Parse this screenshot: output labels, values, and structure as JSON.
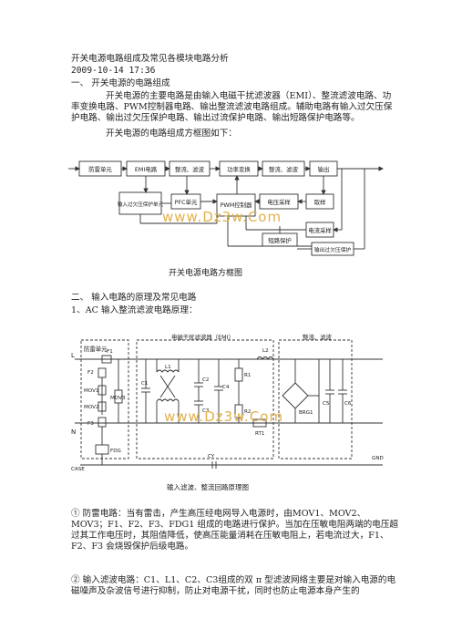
{
  "doc": {
    "title": "开关电源电路组成及常见各模块电路分析",
    "date": "2009-10-14 17:36",
    "sec1_heading": "一、  开关电源的电路组成",
    "sec1_p1": "开关电源的主要电路是由输入电磁干扰滤波器（EMI）、整流滤波电路、功率变换电路、PWM控制器电路、输出整流滤波电路组成。辅助电路有输入过欠压保护电路、输出过欠压保护电路、输出过流保护电路、输出短路保护电路等。",
    "sec1_p2": "开关电源的电路组成方框图如下：",
    "sec2_heading": "二、  输入电路的原理及常见电路",
    "sec2_sub1": "1、AC 输入整流滤波电路原理：",
    "item1": "① 防雷电路：当有雷击，产生高压经电网导入电源时，由MOV1、MOV2、MOV3；F1、F2、F3、FDG1 组成的电路进行保护。当加在压敏电阻两端的电压超过其工作电压时，其阻值降低，使高压能量消耗在压敏电阻上，若电流过大，F1、F2、F3 会烧毁保护后级电路。",
    "item2": "② 输入滤波电路：C1、L1、C2、C3组成的双 π 型滤波网络主要是对输入电源的电磁噪声及杂波信号进行抑制，防止对电源干扰，同时也防止电源本身产生的"
  },
  "block_diagram": {
    "caption": "开关电源电路方框图",
    "watermark": "www.Dz3w.Com",
    "blocks": {
      "lightning": "防雷单元",
      "emi": "EMI电路",
      "rect": "整流、滤波",
      "power": "功率变换",
      "out_rect": "整流、滤波",
      "output": "输出",
      "ovuv_in": "输入过欠压保护单元",
      "pfc": "PFC单元",
      "pwm": "PWM控制器",
      "voltage_sample": "电压采样",
      "sample": "取样",
      "short_protect": "短路保护",
      "ovuv_out": "输出过欠压保护",
      "current_sample": "电流采样"
    }
  },
  "circuit": {
    "caption": "输入滤波、整流回路原理图",
    "watermark": "www.Dz3w.Com",
    "labels": {
      "lightning_unit": "防雷单元",
      "emi_filter": "电磁干扰滤波器（EMI）",
      "rect_filter": "整流、滤波",
      "L": "L",
      "N": "N",
      "CASE": "CASE",
      "GND": "GND",
      "F1": "F1",
      "F2": "F2",
      "F3": "F3",
      "MOV1": "MOV1",
      "MOV2": "MOV2",
      "MOV3": "MOV3",
      "FDG": "FDG",
      "C1": "C1",
      "C2": "C2",
      "C3": "C3",
      "C4": "C4",
      "C5": "C5",
      "C6": "C6",
      "CY": "CY",
      "L1": "L1",
      "L2": "L2",
      "R1": "R1",
      "R2": "R2",
      "RT1": "RT1",
      "BRG1": "BRG1"
    }
  }
}
